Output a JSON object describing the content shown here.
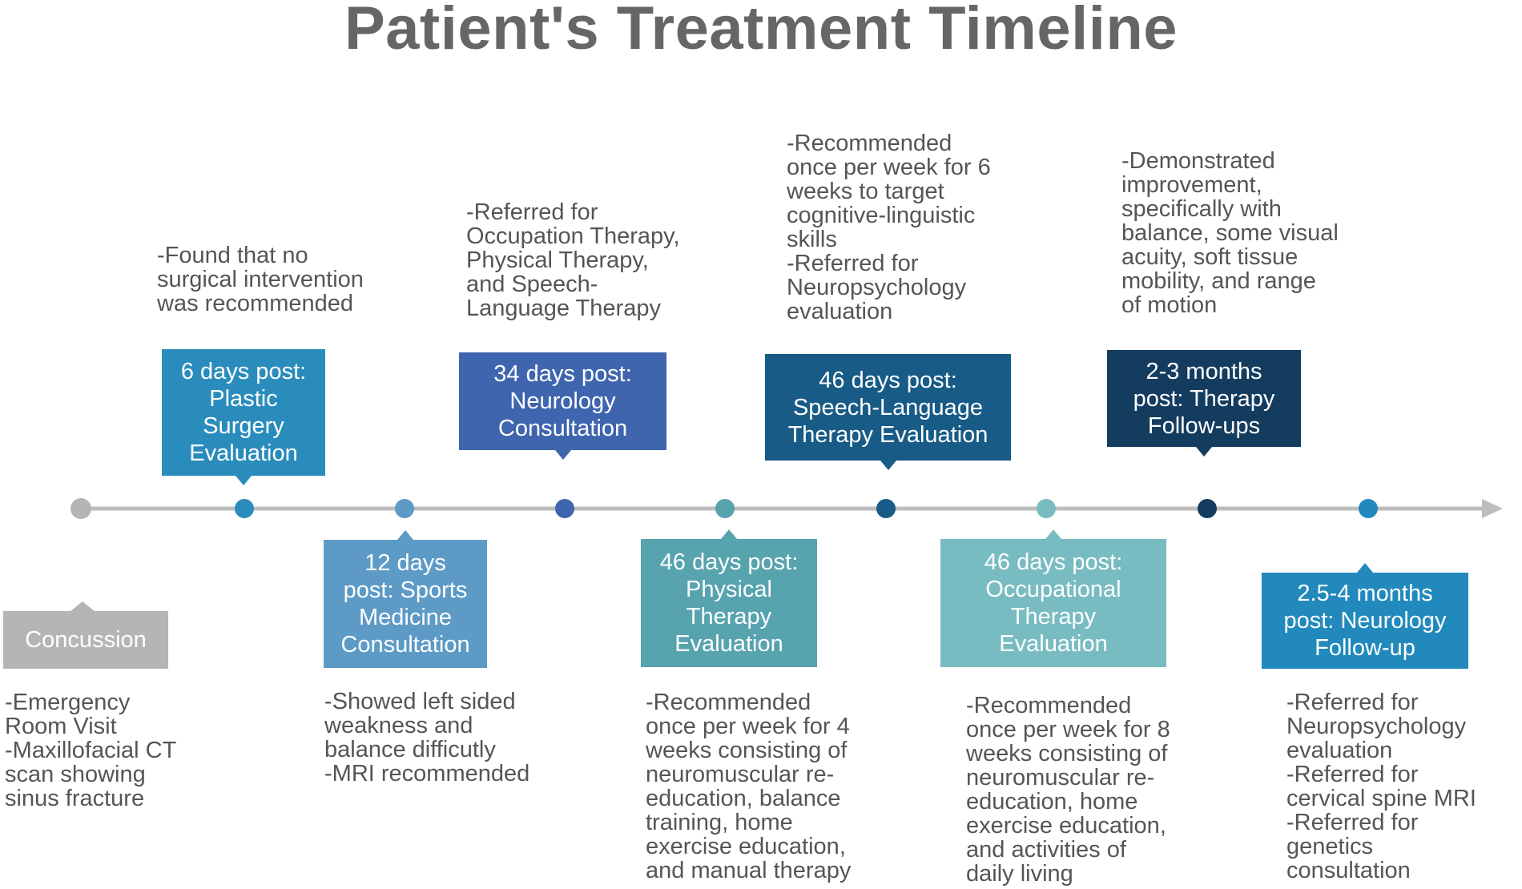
{
  "title": "Patient's Treatment Timeline",
  "colors": {
    "axis": "#bdbdbd",
    "c0": "#b5b5b5",
    "c1": "#2a8cbc",
    "c2": "#5d9ac6",
    "c3": "#3f65ae",
    "c4": "#57a3ae",
    "c5": "#185b86",
    "c6": "#78bcc2",
    "c7": "#133c5f",
    "c8": "#2289bd"
  },
  "events": [
    {
      "label": "Concussion",
      "note": "-Emergency\nRoom Visit\n-Maxillofacial CT\nscan showing\nsinus fracture"
    },
    {
      "label": "6 days post:\nPlastic\nSurgery\nEvaluation",
      "note": "-Found that no\nsurgical intervention\nwas recommended"
    },
    {
      "label": "12 days\npost: Sports\nMedicine\nConsultation",
      "note": "-Showed left sided\nweakness and\nbalance difficutly\n-MRI recommended"
    },
    {
      "label": "34 days post:\nNeurology\nConsultation",
      "note": "-Referred for\nOccupation Therapy,\nPhysical Therapy,\nand Speech-\nLanguage Therapy"
    },
    {
      "label": "46 days post:\nPhysical\nTherapy\nEvaluation",
      "note": "-Recommended\nonce per week for 4\nweeks consisting of\nneuromuscular re-\neducation, balance\ntraining, home\nexercise education,\nand manual therapy"
    },
    {
      "label": "46 days post:\nSpeech-Language\nTherapy Evaluation",
      "note": "-Recommended\nonce per week for 6\nweeks to target\ncognitive-linguistic\nskills\n-Referred for\nNeuropsychology\nevaluation"
    },
    {
      "label": "46 days post:\nOccupational\nTherapy\nEvaluation",
      "note": "-Recommended\nonce per week for 8\nweeks consisting of\nneuromuscular re-\neducation, home\nexercise education,\nand activities of\ndaily living"
    },
    {
      "label": "2-3 months\npost: Therapy\nFollow-ups",
      "note": "-Demonstrated\nimprovement,\nspecifically with\nbalance, some visual\nacuity, soft tissue\nmobility, and range\nof motion"
    },
    {
      "label": "2.5-4 months\npost: Neurology\nFollow-up",
      "note": "-Referred for\nNeuropsychology\nevaluation\n-Referred for\ncervical spine MRI\n-Referred for\ngenetics\nconsultation"
    }
  ]
}
